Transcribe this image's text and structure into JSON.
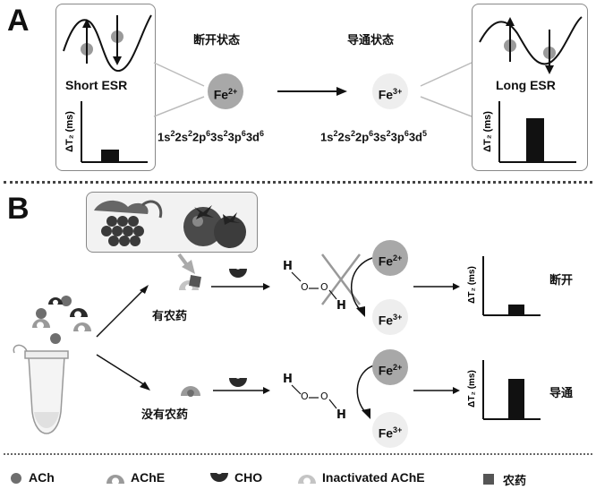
{
  "panel_a": {
    "letter": "A",
    "off_state": "断开状态",
    "on_state": "导通状态",
    "fe2": "Fe",
    "fe2_charge": "2+",
    "fe3": "Fe",
    "fe3_charge": "3+",
    "short_esr": "Short ESR",
    "long_esr": "Long ESR",
    "axis_label": "ΔT₂ (ms)",
    "config_fe2": [
      "1s",
      "2",
      "2s",
      "2",
      "2p",
      "6",
      "3s",
      "2",
      "3p",
      "6",
      "3d",
      "6"
    ],
    "config_fe3": [
      "1s",
      "2",
      "2s",
      "2",
      "2p",
      "6",
      "3s",
      "2",
      "3p",
      "6",
      "3d",
      "5"
    ],
    "short_bar_fraction": 0.2,
    "long_bar_fraction": 0.72
  },
  "panel_b": {
    "letter": "B",
    "with_pesticide": "有农药",
    "without_pesticide": "没有农药",
    "off_label": "断开",
    "on_label": "导通",
    "fe2": "Fe",
    "fe2_charge": "2+",
    "fe3": "Fe",
    "fe3_charge": "3+",
    "h": "H",
    "o": "O",
    "axis_label": "ΔT₂ (ms)",
    "off_bar_fraction": 0.18,
    "on_bar_fraction": 0.68
  },
  "legend": {
    "ach": "ACh",
    "ache": "AChE",
    "cho": "CHO",
    "inactivated": "Inactivated AChE",
    "pesticide": "农药"
  },
  "colors": {
    "ach": "#6e6e6e",
    "ache": "#9a9a9a",
    "cho": "#2a2a2a",
    "inactivated": "#c4c4c4",
    "pesticide": "#555555",
    "fe2_fill": "#a8a8a8",
    "fe3_fill": "#eeeeee"
  }
}
